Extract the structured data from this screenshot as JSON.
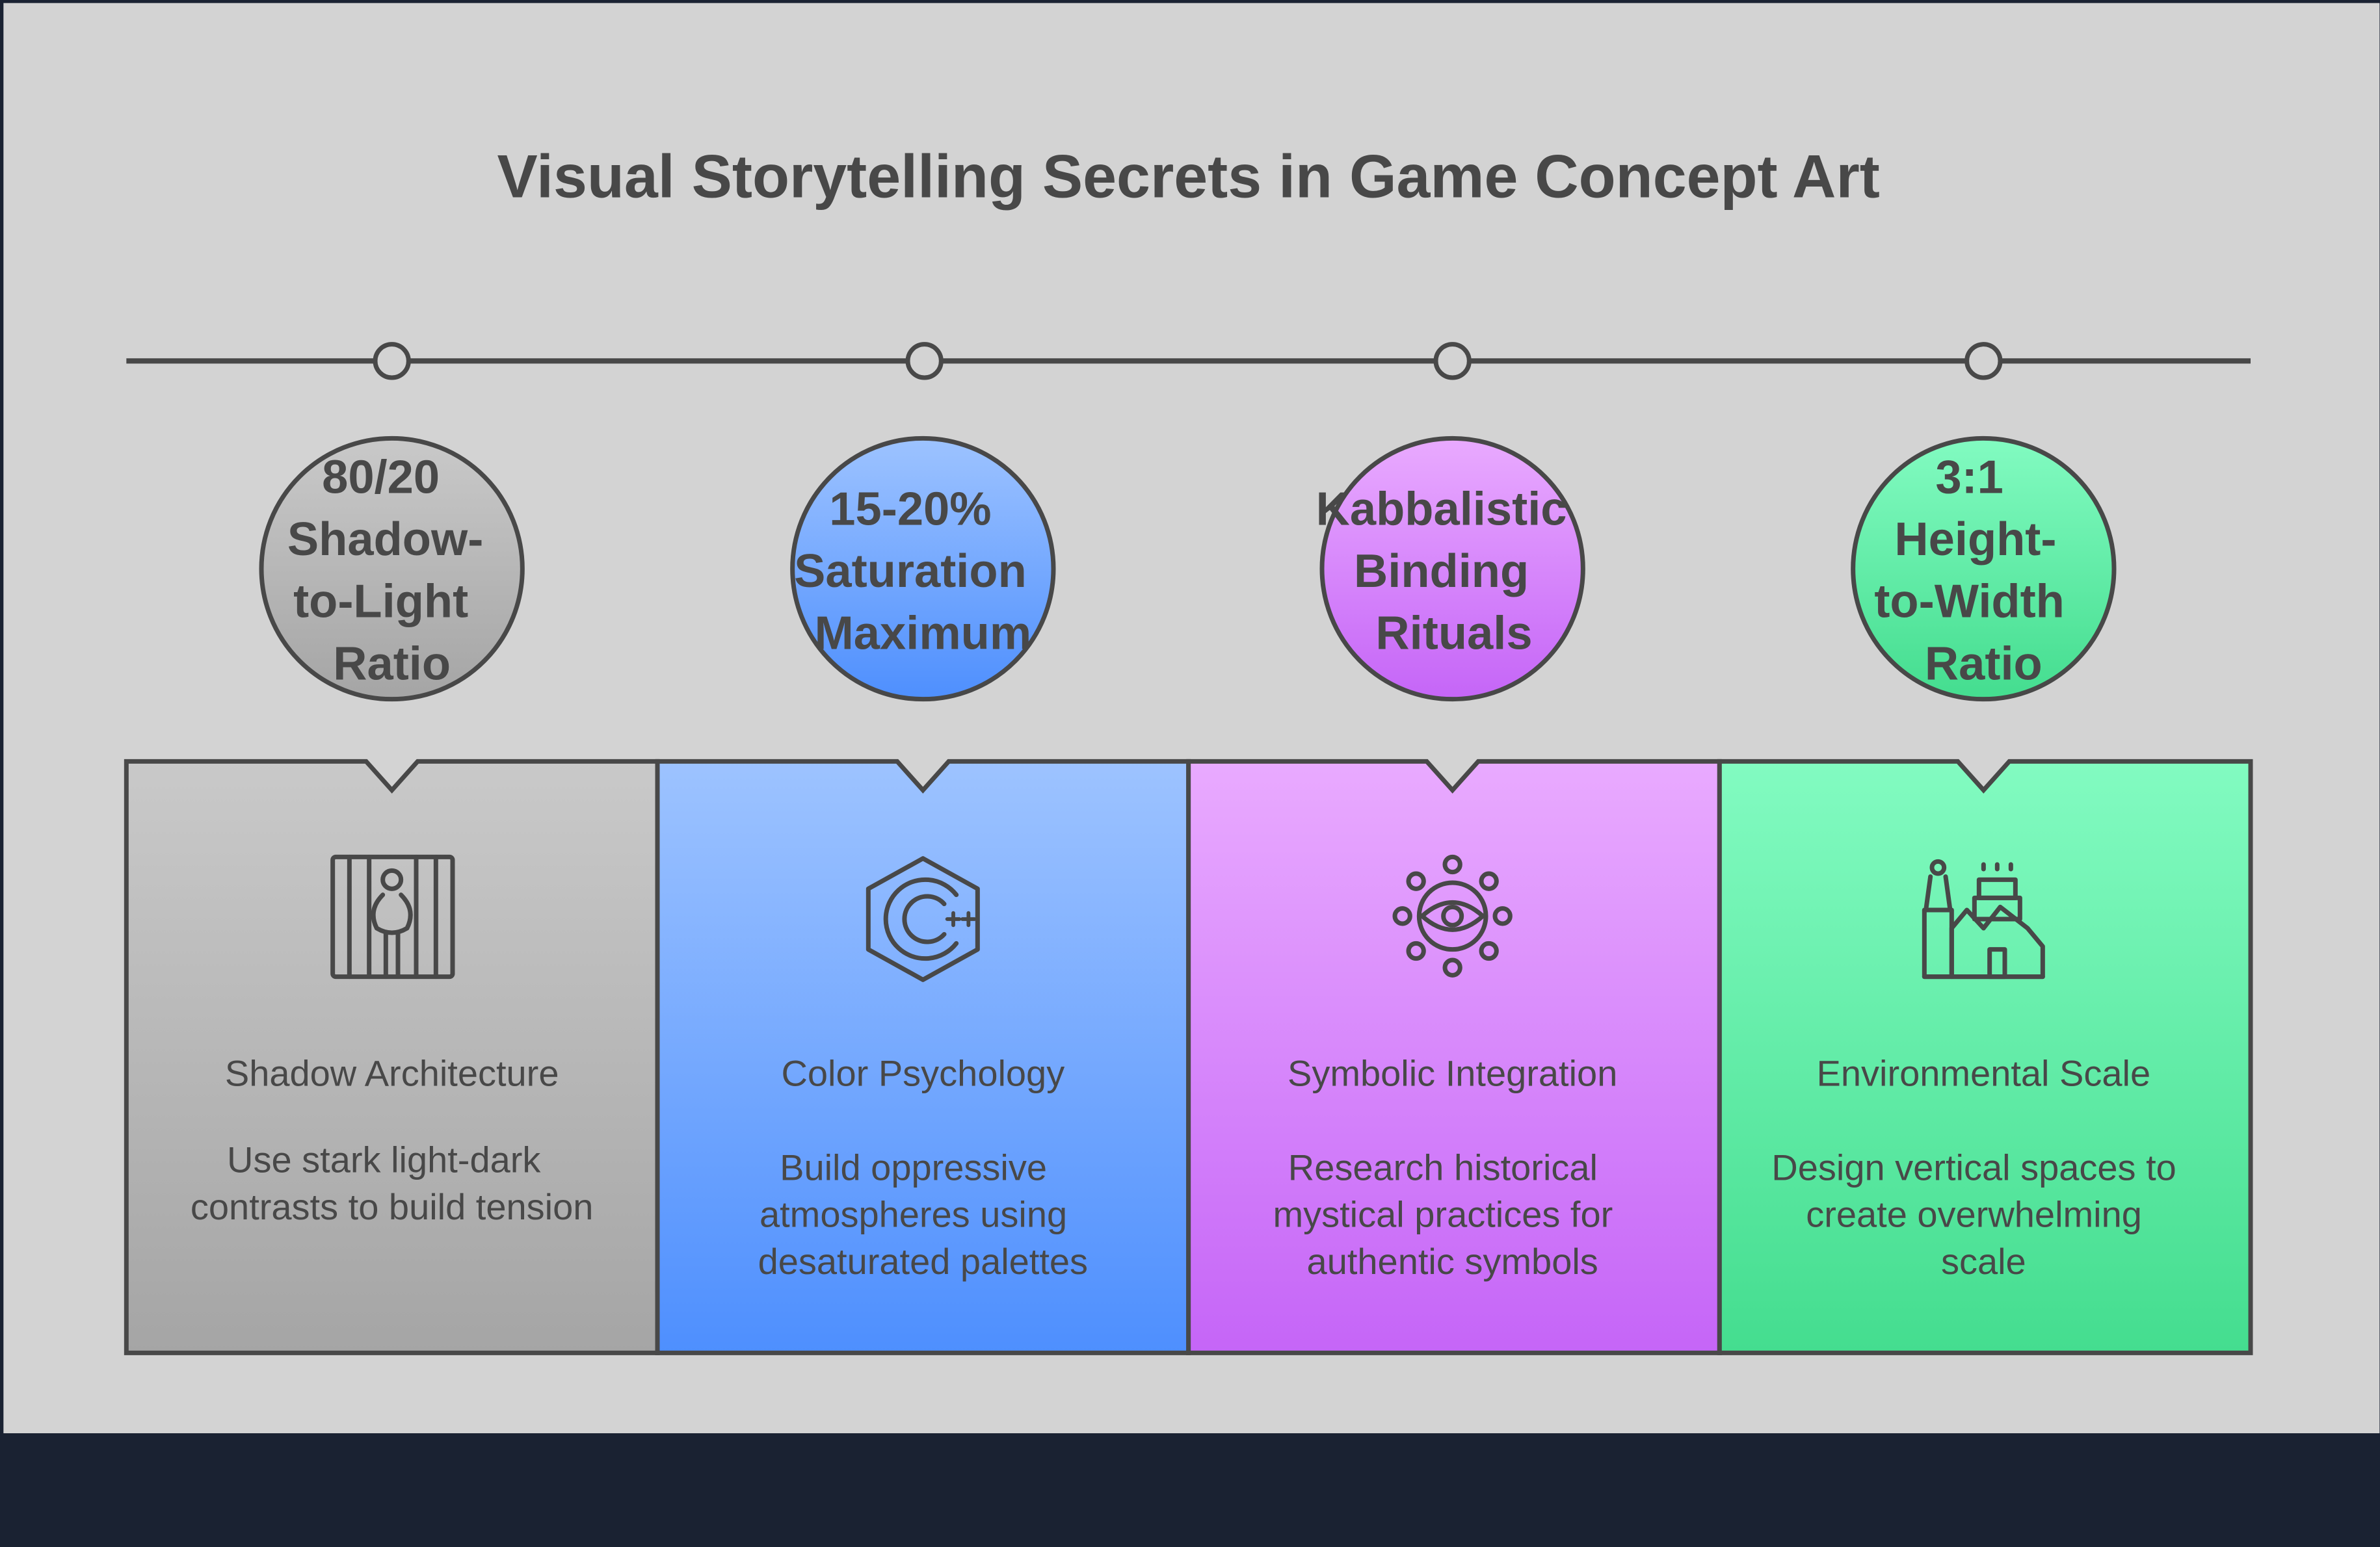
{
  "title": "Visual Storytelling Secrets in Game Concept Art",
  "colors": {
    "background": "#d3d3d3",
    "footer": "#1a2232",
    "stroke": "#484848",
    "gray": [
      "#c9c9c9",
      "#a5a5a5"
    ],
    "blue": [
      "#9dc3ff",
      "#4e8ffe"
    ],
    "purple": [
      "#e9aaff",
      "#c565f7"
    ],
    "green": [
      "#82fbc1",
      "#44dd8f"
    ]
  },
  "items": [
    {
      "badge": [
        "80/20",
        "Shadow-",
        "to-Light",
        "Ratio"
      ],
      "heading": "Shadow Architecture",
      "description": [
        "Use stark light-dark",
        "contrasts to build tension"
      ],
      "icon": "prison-bars-person-icon"
    },
    {
      "badge": [
        "15-20%",
        "Saturation",
        "Maximum"
      ],
      "heading": "Color Psychology",
      "description": [
        "Build oppressive",
        "atmospheres using",
        "desaturated palettes"
      ],
      "icon": "cpp-hexagon-icon"
    },
    {
      "badge": [
        "Kabbalistic",
        "Binding",
        "Rituals"
      ],
      "heading": "Symbolic Integration",
      "description": [
        "Research historical",
        "mystical practices for",
        "authentic symbols"
      ],
      "icon": "eye-network-icon"
    },
    {
      "badge": [
        "3:1",
        "Height-",
        "to-Width",
        "Ratio"
      ],
      "heading": "Environmental Scale",
      "description": [
        "Design vertical spaces to",
        "create overwhelming",
        "scale"
      ],
      "icon": "cathedral-icon"
    }
  ]
}
